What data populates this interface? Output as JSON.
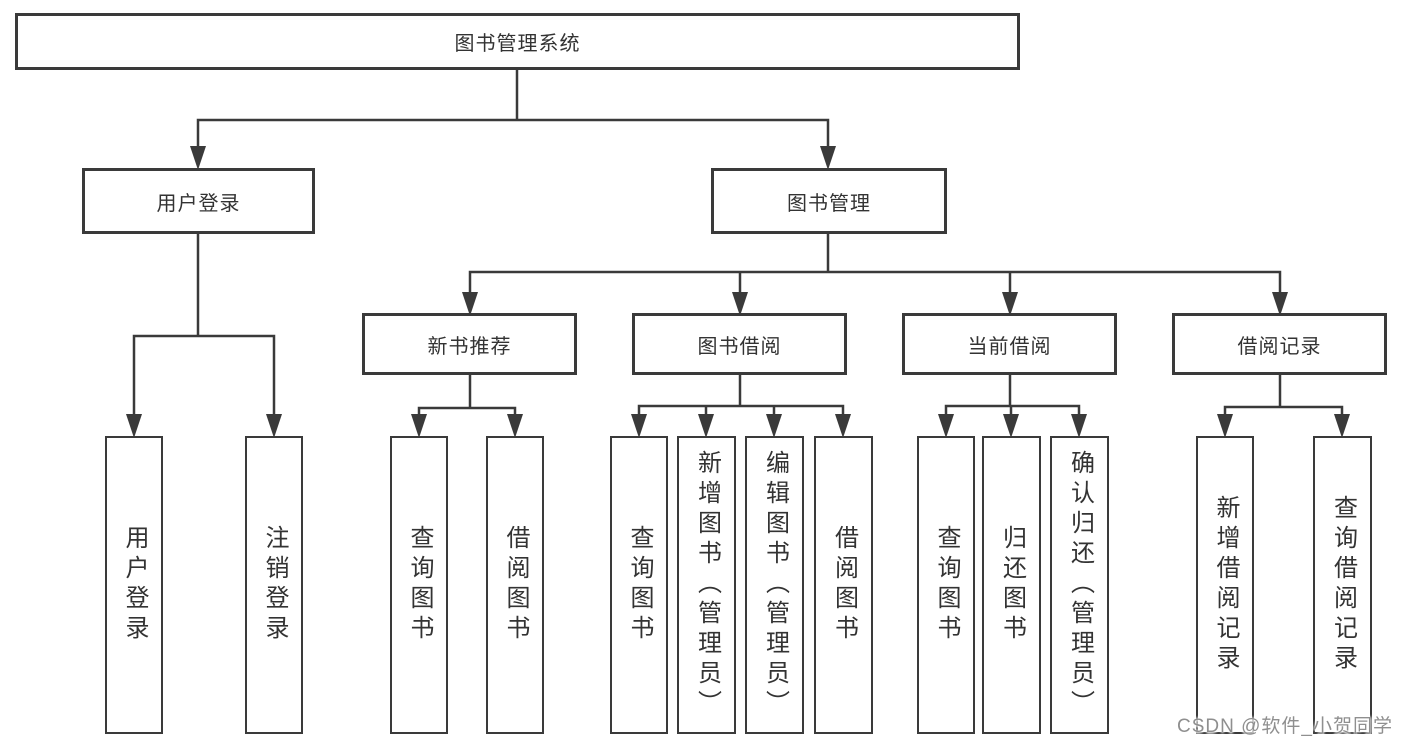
{
  "tree": {
    "root": "图书管理系统",
    "level2": [
      {
        "label": "用户登录",
        "children": [
          "用户登录",
          "注销登录"
        ]
      },
      {
        "label": "图书管理"
      }
    ],
    "level3": [
      {
        "label": "新书推荐",
        "children": [
          "查询图书",
          "借阅图书"
        ]
      },
      {
        "label": "图书借阅",
        "children": [
          "查询图书",
          "新增图书（管理员）",
          "编辑图书（管理员）",
          "借阅图书"
        ]
      },
      {
        "label": "当前借阅",
        "children": [
          "查询图书",
          "归还图书",
          "确认归还（管理员）"
        ]
      },
      {
        "label": "借阅记录",
        "children": [
          "新增借阅记录",
          "查询借阅记录"
        ]
      }
    ]
  },
  "watermark": "CSDN @软件_小贺同学",
  "colors": {
    "line": "#3a3a3a",
    "box_border": "#3a3a3a",
    "text": "#333333",
    "background": "#ffffff",
    "watermark": "#8f8f8f"
  }
}
